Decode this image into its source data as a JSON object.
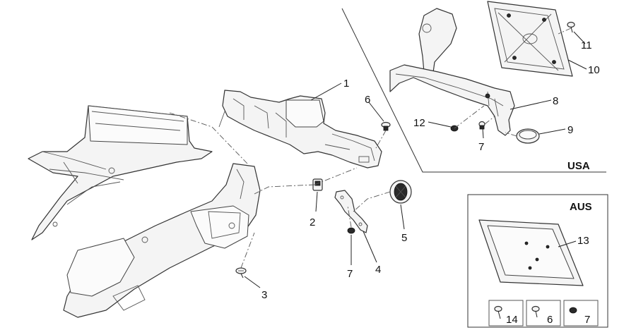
{
  "regions": {
    "usa": "USA",
    "aus": "AUS"
  },
  "callouts": {
    "p1": "1",
    "p2": "2",
    "p3": "3",
    "p4": "4",
    "p5": "5",
    "p6": "6",
    "p7": "7",
    "p8": "8",
    "p9": "9",
    "p10": "10",
    "p11": "11",
    "p12": "12",
    "p7b": "7",
    "p13": "13",
    "aus14": "14",
    "aus6": "6",
    "aus7": "7"
  }
}
